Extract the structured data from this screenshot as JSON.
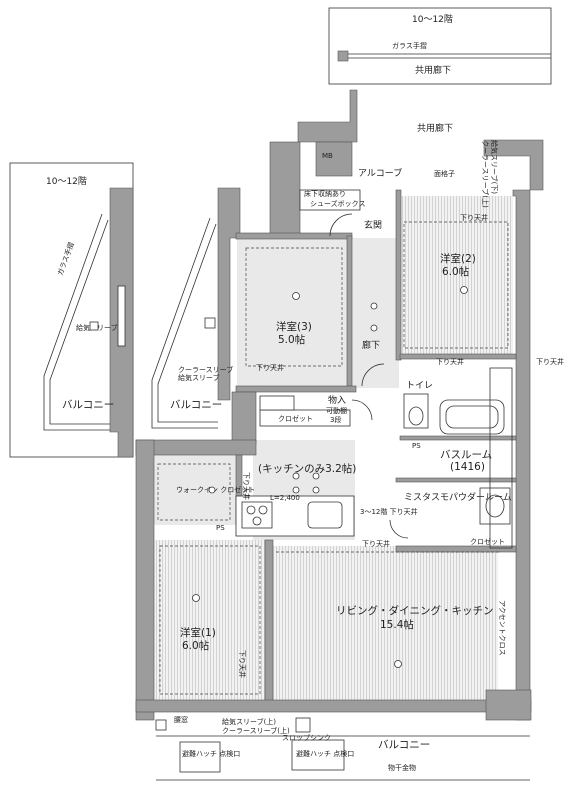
{
  "top_inset": {
    "floors": "10〜12階",
    "rail": "ガラス手摺",
    "corridor": "共用廊下"
  },
  "left_inset": {
    "floors": "10〜12階",
    "glass": "ガラス手摺",
    "balcony": "バルコニー",
    "vent": "給気スリーブ"
  },
  "corridor": "共用廊下",
  "alcove": "アルコーブ",
  "mb": "MB",
  "grille": "面格子",
  "sleeve_top": "給気スリーブ(下)",
  "cooler_top": "クーラースリーブ(上)",
  "entrance": "玄関",
  "shoes": "シューズボックス",
  "storage_sign": "床下収納あり",
  "rooms": {
    "western2": {
      "name": "洋室(2)",
      "size": "6.0帖"
    },
    "western3": {
      "name": "洋室(3)",
      "size": "5.0帖"
    },
    "western1": {
      "name": "洋室(1)",
      "size": "6.0帖"
    },
    "kitchen": {
      "name": "(キッチンのみ3.2帖)"
    },
    "ldk": {
      "name": "リビング・ダイニング・キッチン",
      "size": "15.4帖"
    },
    "bath": {
      "name": "バスルーム",
      "size": "(1416)"
    },
    "powder": {
      "name": "ミスタスモパウダールーム"
    },
    "toilet": {
      "name": "トイレ"
    },
    "hall": {
      "name": "廊下"
    },
    "balcony_mid": {
      "name": "バルコニー"
    },
    "balcony_bottom": {
      "name": "バルコニー"
    }
  },
  "storage": {
    "name": "物入",
    "note": "可動棚",
    "shelf": "3段"
  },
  "closet": "クロゼット",
  "walkin": "ウォークイン クロゼット",
  "lowered": "下り天井",
  "lowered_floors": "3〜12階 下り天井",
  "l_dim": "L=2,400",
  "ps": "PS",
  "accent": "アクセントクロス",
  "window": "腰窓",
  "cooler_sleeve_mid": "クーラースリーブ",
  "supply_sleeve_mid": "給気スリーブ",
  "slope": "スロップシンク",
  "hatch1": "避難ハッチ 点検口",
  "hatch2": "避難ハッチ 点検口",
  "hardware": "物干金物",
  "supply_bottom": "給気スリーブ(上)",
  "cooler_bottom": "クーラースリーブ(上)"
}
